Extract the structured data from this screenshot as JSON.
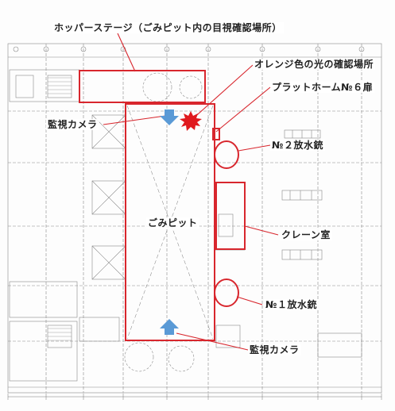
{
  "labels": {
    "hopper_stage": "ホッパーステージ（ごみピット内の目視確認場所）",
    "orange_light": "オレンジ色の光の確認場所",
    "platform_door": "プラットホーム№６扉",
    "camera_top": "監視カメラ",
    "nozzle_2": "№２放水銃",
    "pit": "ごみピット",
    "crane_room": "クレーン室",
    "nozzle_1": "№１放水銃",
    "camera_bottom": "監視カメラ"
  },
  "colors": {
    "highlight_red": "#d8262d",
    "fire_red": "#e0191e",
    "camera_blue": "#5a9ad6",
    "plan_line": "#6d6d6d"
  },
  "icons": {
    "camera": "arrow-up-icon",
    "fire": "burst-icon"
  }
}
